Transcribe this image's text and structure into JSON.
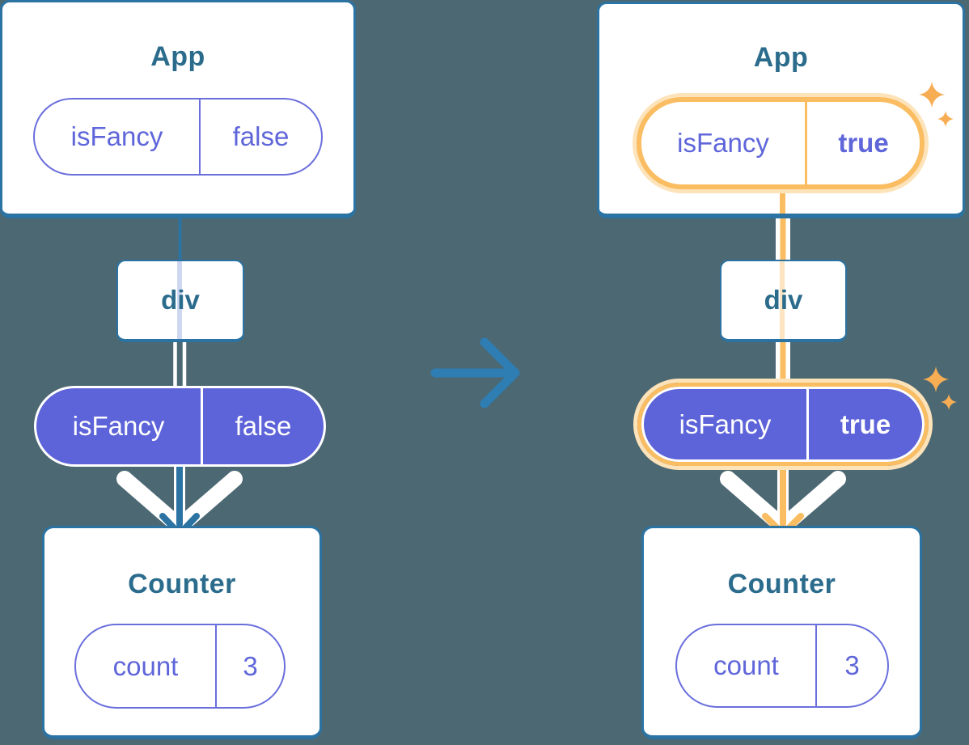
{
  "diagram_title": "React props update diagram: App passes isFancy through div to Counter",
  "colors": {
    "background": "#4C6873",
    "card_fill": "#FFFFFF",
    "card_border": "#2B73A2",
    "heading_text": "#2B6C8D",
    "purple_text": "#5F66D9",
    "purple_pill_fill": "#5D63D8",
    "purple_pill_border": "#6A6FDC",
    "highlight_orange": "#FABD62",
    "highlight_glow": "#FDE3B9",
    "sparkle": "#F7AD54",
    "transition_arrow": "#2E7DB3",
    "ghost_line_blue": "#CDD8F0",
    "ghost_line_orange": "#FCE4C2"
  },
  "icons": {
    "transition": "right-arrow-icon",
    "sparkle": "four-point-star-icon",
    "flow_down": "down-arrow-icon",
    "flow_chevron": "down-chevron-icon"
  },
  "left": {
    "app_card": {
      "title": "App",
      "pill": {
        "key": "isFancy",
        "value": "false"
      }
    },
    "div_node": {
      "label": "div"
    },
    "props_pill": {
      "key": "isFancy",
      "value": "false"
    },
    "counter_card": {
      "title": "Counter",
      "pill": {
        "key": "count",
        "value": "3"
      }
    }
  },
  "right": {
    "app_card": {
      "title": "App",
      "pill": {
        "key": "isFancy",
        "value": "true"
      }
    },
    "div_node": {
      "label": "div"
    },
    "props_pill": {
      "key": "isFancy",
      "value": "true"
    },
    "counter_card": {
      "title": "Counter",
      "pill": {
        "key": "count",
        "value": "3"
      }
    }
  }
}
